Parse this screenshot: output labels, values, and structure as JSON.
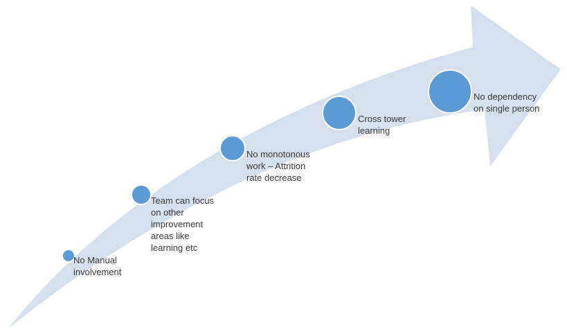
{
  "colors": {
    "arrow_fill": "#d6dfee",
    "bubble_fill": "#5b9bd5",
    "bubble_stroke": "#ffffff",
    "label_text": "#3a3a3a"
  },
  "milestones": [
    {
      "label": "No Manual\ninvolvement"
    },
    {
      "label": "Team can focus\non other\nimprovement\nareas like\nlearning etc"
    },
    {
      "label": "No monotonous\nwork – Attrition\nrate decrease"
    },
    {
      "label": "Cross tower\nlearning"
    },
    {
      "label": "No dependency\non single person"
    }
  ]
}
